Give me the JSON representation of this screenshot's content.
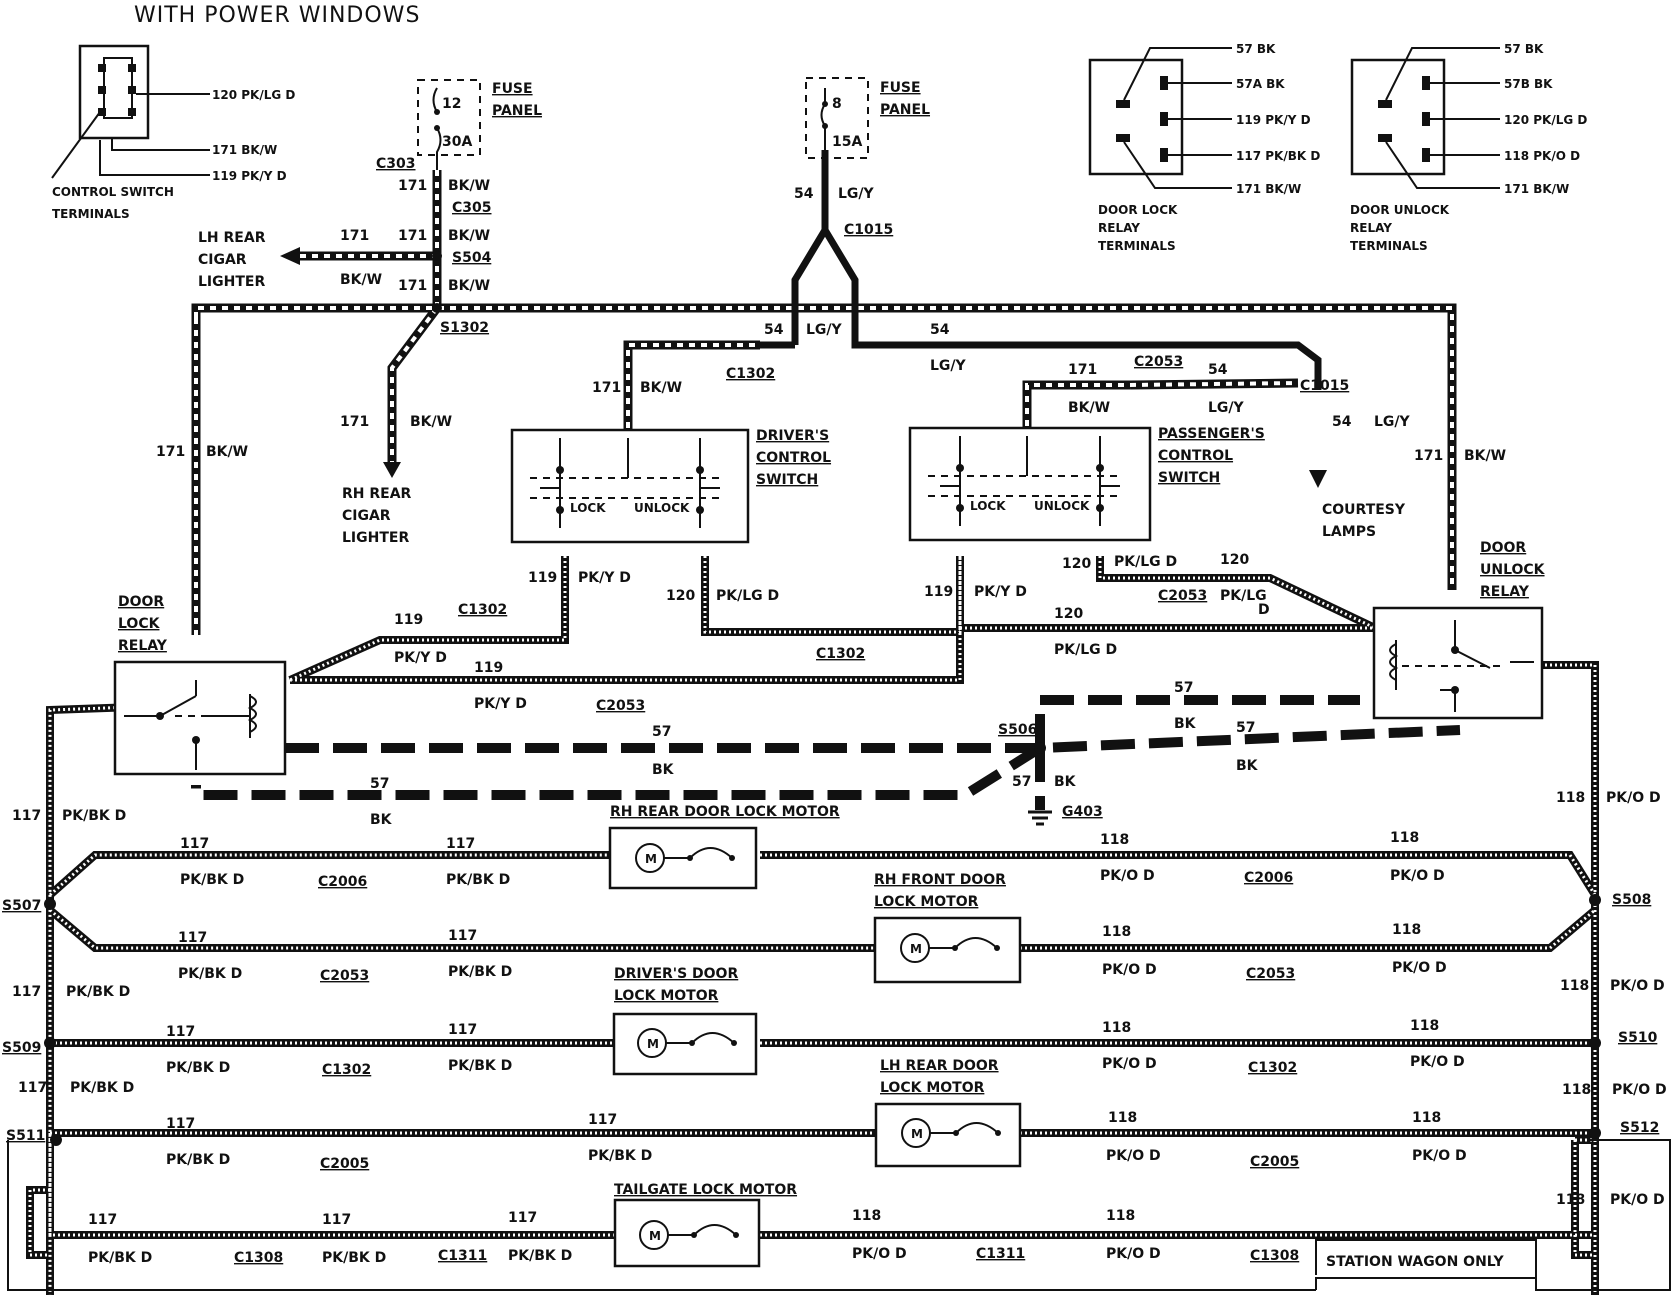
{
  "title": "WITH POWER WINDOWS",
  "fuse_panels": [
    {
      "slot": "12",
      "rating": "30A",
      "label_1": "FUSE",
      "label_2": "PANEL"
    },
    {
      "slot": "8",
      "rating": "15A",
      "label_1": "FUSE",
      "label_2": "PANEL"
    }
  ],
  "control_switch_terminals": {
    "label_1": "CONTROL SWITCH",
    "label_2": "TERMINALS",
    "pins": [
      "120 PK/LG D",
      "171 BK/W",
      "119 PK/Y D"
    ]
  },
  "door_lock_relay_terminals": {
    "label_1": "DOOR LOCK",
    "label_2": "RELAY",
    "label_3": "TERMINALS",
    "pins": [
      "57 BK",
      "57A BK",
      "119 PK/Y D",
      "117 PK/BK D",
      "171 BK/W"
    ]
  },
  "door_unlock_relay_terminals": {
    "label_1": "DOOR UNLOCK",
    "label_2": "RELAY",
    "label_3": "TERMINALS",
    "pins": [
      "57 BK",
      "57B BK",
      "120 PK/LG D",
      "118 PK/O D",
      "171 BK/W"
    ]
  },
  "components": {
    "drivers_switch": [
      "DRIVER'S",
      "CONTROL",
      "SWITCH"
    ],
    "passengers_switch": [
      "PASSENGER'S",
      "CONTROL",
      "SWITCH"
    ],
    "switch_lock": "LOCK",
    "switch_unlock": "UNLOCK",
    "lock_relay": [
      "DOOR",
      "LOCK",
      "RELAY"
    ],
    "unlock_relay": [
      "DOOR",
      "UNLOCK",
      "RELAY"
    ],
    "lh_cigar": [
      "LH REAR",
      "CIGAR",
      "LIGHTER"
    ],
    "rh_cigar": [
      "RH REAR",
      "CIGAR",
      "LIGHTER"
    ],
    "courtesy": [
      "COURTESY",
      "LAMPS"
    ],
    "motor_rh_rear": "RH REAR DOOR LOCK MOTOR",
    "motor_rh_front": [
      "RH FRONT DOOR",
      "LOCK MOTOR"
    ],
    "motor_driver": [
      "DRIVER'S DOOR",
      "LOCK MOTOR"
    ],
    "motor_lh_rear": [
      "LH REAR DOOR",
      "LOCK MOTOR"
    ],
    "motor_tailgate": "TAILGATE LOCK MOTOR",
    "motor_symbol": "M",
    "station_wagon": "STATION WAGON ONLY"
  },
  "connectors": {
    "c303": "C303",
    "c305": "C305",
    "s504": "S504",
    "s1302": "S1302",
    "c1015": "C1015",
    "c1302": "C1302",
    "c2053": "C2053",
    "s506": "S506",
    "g403": "G403",
    "c2006": "C2006",
    "c2005": "C2005",
    "c1308": "C1308",
    "c1311": "C1311",
    "s507": "S507",
    "s508": "S508",
    "s509": "S509",
    "s510": "S510",
    "s511": "S511",
    "s512": "S512"
  },
  "wires": {
    "n171": "171",
    "bkw": "BK/W",
    "n54": "54",
    "lgy": "LG/Y",
    "n119": "119",
    "pky": "PK/Y D",
    "n120": "120",
    "pklg": "PK/LG D",
    "pklg_a": "PK/LG",
    "pklg_b": "D",
    "n57": "57",
    "bk": "BK",
    "n117": "117",
    "pkbk": "PK/BK D",
    "n118": "118",
    "pko": "PK/O D"
  }
}
